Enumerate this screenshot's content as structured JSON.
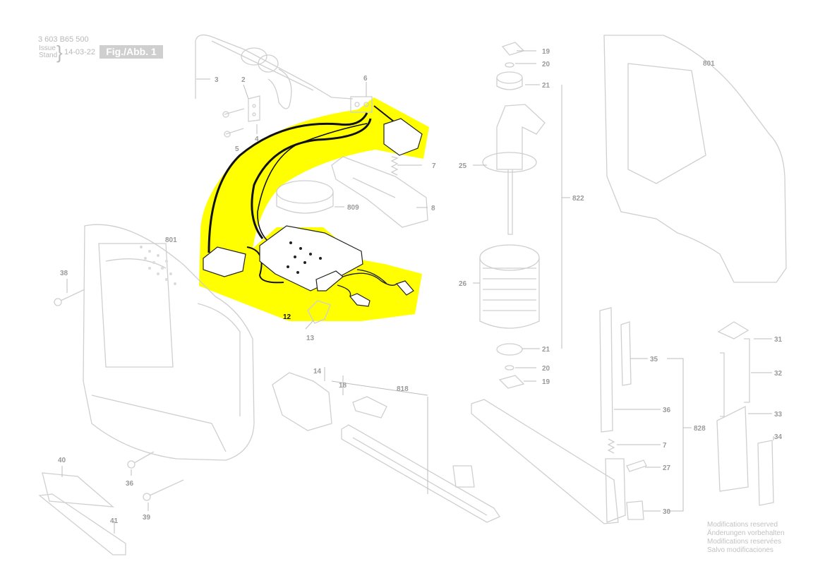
{
  "header": {
    "doc_number": "3 603 B65 500",
    "issue_label": "Issue",
    "stand_label": "Stand",
    "date": "14-03-22",
    "figure": "Fig./Abb. 1"
  },
  "notice": {
    "lines": [
      "Modifications reserved",
      "Änderungen vorbehalten",
      "Modifications reservées",
      "Salvo modificaciones"
    ]
  },
  "callouts": {
    "p1": "3",
    "p2": "2",
    "p3": "6",
    "p4": "4",
    "p5": "5",
    "p6": "7",
    "p7": "809",
    "p8": "8",
    "p9": "12",
    "p10": "13",
    "p11": "801",
    "p12": "38",
    "p13": "14",
    "p14": "18",
    "p15": "818",
    "p16": "40",
    "p17": "36",
    "p18": "39",
    "p19": "41",
    "p20": "19",
    "p21": "20",
    "p22": "21",
    "p23": "25",
    "p24": "822",
    "p25": "26",
    "p26": "21",
    "p27": "20",
    "p28": "19",
    "p29": "801",
    "p30": "31",
    "p31": "32",
    "p32": "33",
    "p33": "34",
    "p34": "35",
    "p35": "36",
    "p36": "7",
    "p37": "27",
    "p38": "30",
    "p39": "828"
  },
  "highlight_color": "#ffff00",
  "line_color": "#cfcfcf"
}
